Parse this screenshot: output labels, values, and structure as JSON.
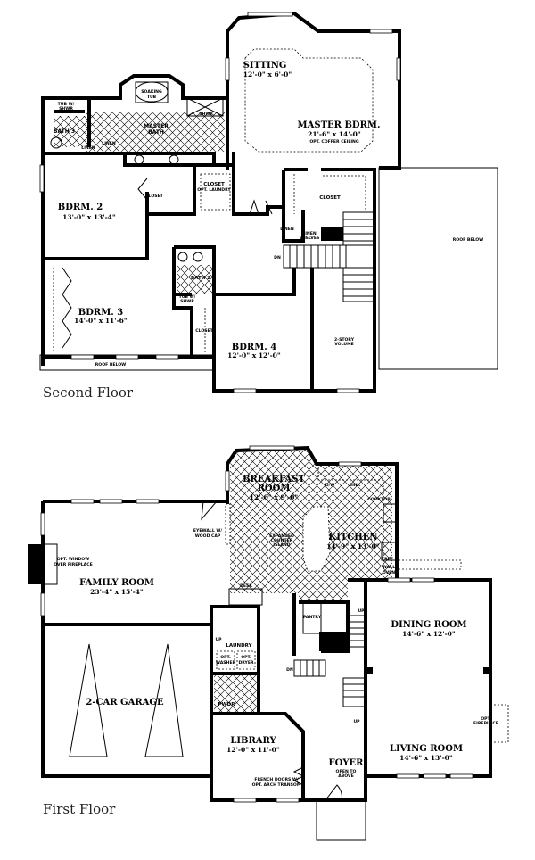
{
  "second_floor": {
    "caption": "Second Floor",
    "rooms": {
      "sitting": {
        "name": "SITTING",
        "dim": "12'-0\" x 6'-0\""
      },
      "master_bdrm": {
        "name": "MASTER BDRM.",
        "dim": "21'-6\" x 14'-0\"",
        "note": "OPT. COFFER CEILING"
      },
      "master_bath": {
        "name": "MASTER",
        "name2": "BATH"
      },
      "soaking_tub": {
        "name": "SOAKING",
        "name2": "TUB"
      },
      "shower": {
        "name": "SHWR."
      },
      "tub_shower_3": {
        "name": "TUB W/",
        "name2": "SHWR"
      },
      "bath3": {
        "name": "BATH 3"
      },
      "linen_a": {
        "name": "LINEN"
      },
      "linen_b": {
        "name": "LINEN"
      },
      "closet_laundry": {
        "name": "CLOSET",
        "note": "OPT. LAUNDRY"
      },
      "closet_b2": {
        "name": "CLOSET"
      },
      "bdrm2": {
        "name": "BDRM. 2",
        "dim": "13'-0\" x 13'-4\""
      },
      "bdrm3": {
        "name": "BDRM. 3",
        "dim": "14'-0\" x 11'-6\""
      },
      "bath2": {
        "name": "BATH 2"
      },
      "tub_shower_2": {
        "name": "TUB W/",
        "name2": "SHWR"
      },
      "closet_b3": {
        "name": "CLOSET"
      },
      "bdrm4": {
        "name": "BDRM. 4",
        "dim": "12'-0\" x 12'-0\""
      },
      "master_closet": {
        "name": "CLOSET"
      },
      "linen_c": {
        "name": "LINEN"
      },
      "linen_shelves": {
        "name": "LINEN",
        "name2": "SHELVES"
      },
      "dn": {
        "name": "DN"
      },
      "two_story": {
        "name": "2-STORY",
        "name2": "VOLUME"
      },
      "roof_below_right": {
        "name": "ROOF BELOW"
      },
      "roof_below_bottom": {
        "name": "ROOF BELOW"
      }
    }
  },
  "first_floor": {
    "caption": "First Floor",
    "rooms": {
      "breakfast": {
        "name": "BREAKFAST",
        "name2": "ROOM",
        "dim": "12'-0\" x 9'-0\""
      },
      "kitchen": {
        "name": "KITCHEN",
        "dim": "14'-9\" x 13'-0\""
      },
      "island": {
        "name": "EXPANDED",
        "name2": "COUNTER",
        "name3": "ISLAND"
      },
      "dw": {
        "name": "D/W"
      },
      "sink": {
        "name": "SINK"
      },
      "cooktop": {
        "name": "COOKTOP"
      },
      "ref": {
        "name": "REF"
      },
      "wall_oven": {
        "name": "WALL",
        "name2": "OVEN"
      },
      "desk": {
        "name": "DESK"
      },
      "family": {
        "name": "FAMILY ROOM",
        "dim": "23'-4\" x 15'-4\""
      },
      "fireplace_note": {
        "name": "OPT. WINDOW",
        "name2": "OVER FIREPLACE"
      },
      "eyewall": {
        "name": "EYEWALL W/",
        "name2": "WOOD CAP"
      },
      "garage": {
        "name": "2-CAR GARAGE"
      },
      "laundry": {
        "name": "LAUNDRY"
      },
      "washer": {
        "name": "OPT.",
        "name2": "WASHER"
      },
      "dryer": {
        "name": "OPT.",
        "name2": "DRYER"
      },
      "pwdr": {
        "name": "PWDR"
      },
      "up_garage": {
        "name": "UP"
      },
      "pantry": {
        "name": "PANTRY"
      },
      "dn": {
        "name": "DN"
      },
      "up1": {
        "name": "UP"
      },
      "up2": {
        "name": "UP"
      },
      "dining": {
        "name": "DINING ROOM",
        "dim": "14'-6\" x 12'-0\""
      },
      "living": {
        "name": "LIVING ROOM",
        "dim": "14'-6\" x 13'-0\""
      },
      "opt_fireplace": {
        "name": "OPT.",
        "name2": "FIREPLACE"
      },
      "library": {
        "name": "LIBRARY",
        "dim": "12'-0\" x 11'-0\""
      },
      "french_doors": {
        "name": "FRENCH DOORS W/",
        "name2": "OPT. ARCH TRANSOM"
      },
      "foyer": {
        "name": "FOYER",
        "note": "OPEN TO",
        "note2": "ABOVE"
      }
    }
  }
}
